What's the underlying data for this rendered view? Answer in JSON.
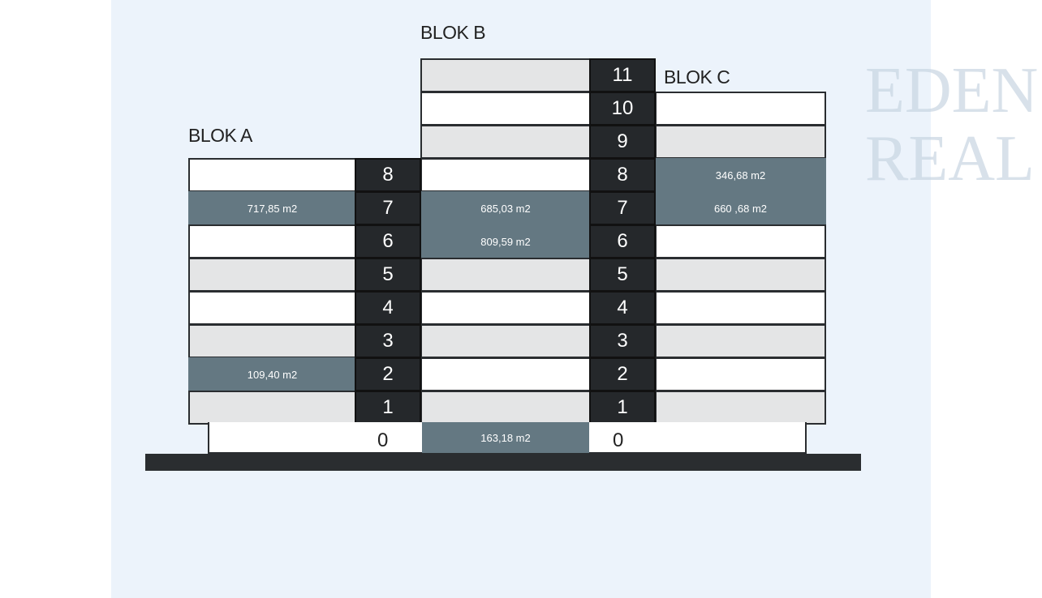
{
  "blocks": {
    "a": "BLOK A",
    "b": "BLOK B",
    "c": "BLOK C"
  },
  "watermark": "EDEN REAL",
  "colors": {
    "highlight": "#647882",
    "stair": "#25282b",
    "grey": "#e4e5e6"
  },
  "block_a": {
    "floors": [
      8,
      7,
      6,
      5,
      4,
      3,
      2,
      1
    ],
    "areas": {
      "7": "717,85 m2",
      "2": "109,40 m2"
    }
  },
  "block_b": {
    "floors": [
      11,
      10,
      9,
      8,
      7,
      6,
      5,
      4,
      3,
      2,
      1
    ],
    "areas": {
      "7": "685,03 m2",
      "6": "809,59 m2"
    }
  },
  "block_c": {
    "floors": [
      10,
      9,
      8,
      7,
      6,
      5,
      4,
      3,
      2,
      1
    ],
    "areas": {
      "8": "346,68 m2",
      "7": "660 ,68 m2"
    }
  },
  "ground": {
    "label_a": "0",
    "label_b": "0",
    "area_b": "163,18 m2"
  }
}
